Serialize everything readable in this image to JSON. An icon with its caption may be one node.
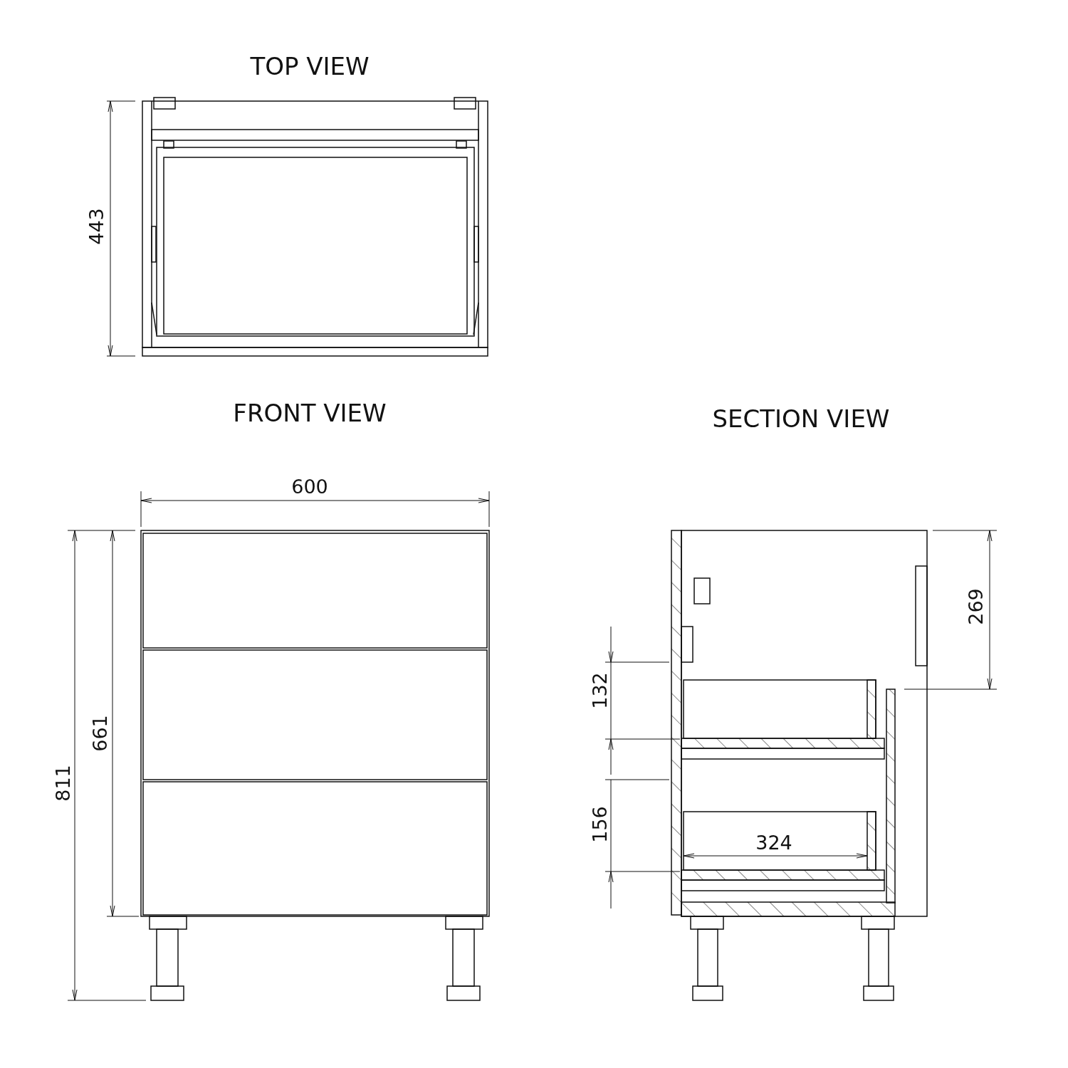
{
  "diagram": {
    "labels": [
      "TOP VIEW",
      "443",
      "FRONT VIEW",
      "600",
      "811",
      "661",
      "SECTION VIEW",
      "269",
      "132",
      "156",
      "324"
    ]
  }
}
